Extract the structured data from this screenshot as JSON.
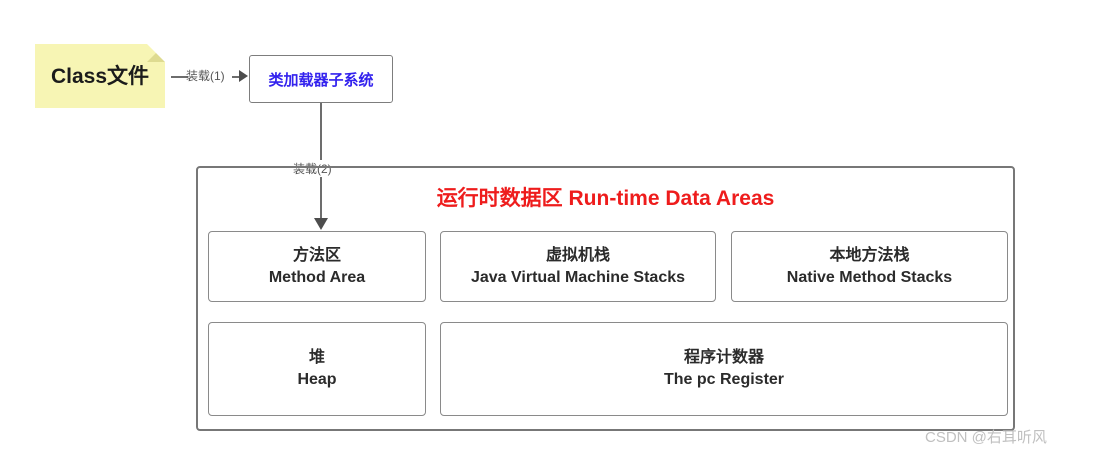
{
  "diagram": {
    "source_note": {
      "label": "Class文件",
      "background_color": "#f7f5b4",
      "icon": "folded-corner-note"
    },
    "edges": [
      {
        "label": "装载(1)",
        "direction": "right"
      },
      {
        "label": "装载(2)",
        "direction": "down"
      }
    ],
    "class_loader": {
      "label": "类加载器子系统",
      "text_color": "#3322ee"
    },
    "runtime": {
      "title": "运行时数据区 Run-time Data Areas",
      "title_color": "#ee1c1c",
      "areas_row1": [
        {
          "cn": "方法区",
          "en": "Method Area"
        },
        {
          "cn": "虚拟机栈",
          "en": "Java Virtual Machine Stacks"
        },
        {
          "cn": "本地方法栈",
          "en": "Native Method Stacks"
        }
      ],
      "areas_row2": [
        {
          "cn": "堆",
          "en": "Heap"
        },
        {
          "cn": "程序计数器",
          "en": "The pc Register"
        }
      ]
    },
    "watermark": "CSDN @右耳听风"
  }
}
